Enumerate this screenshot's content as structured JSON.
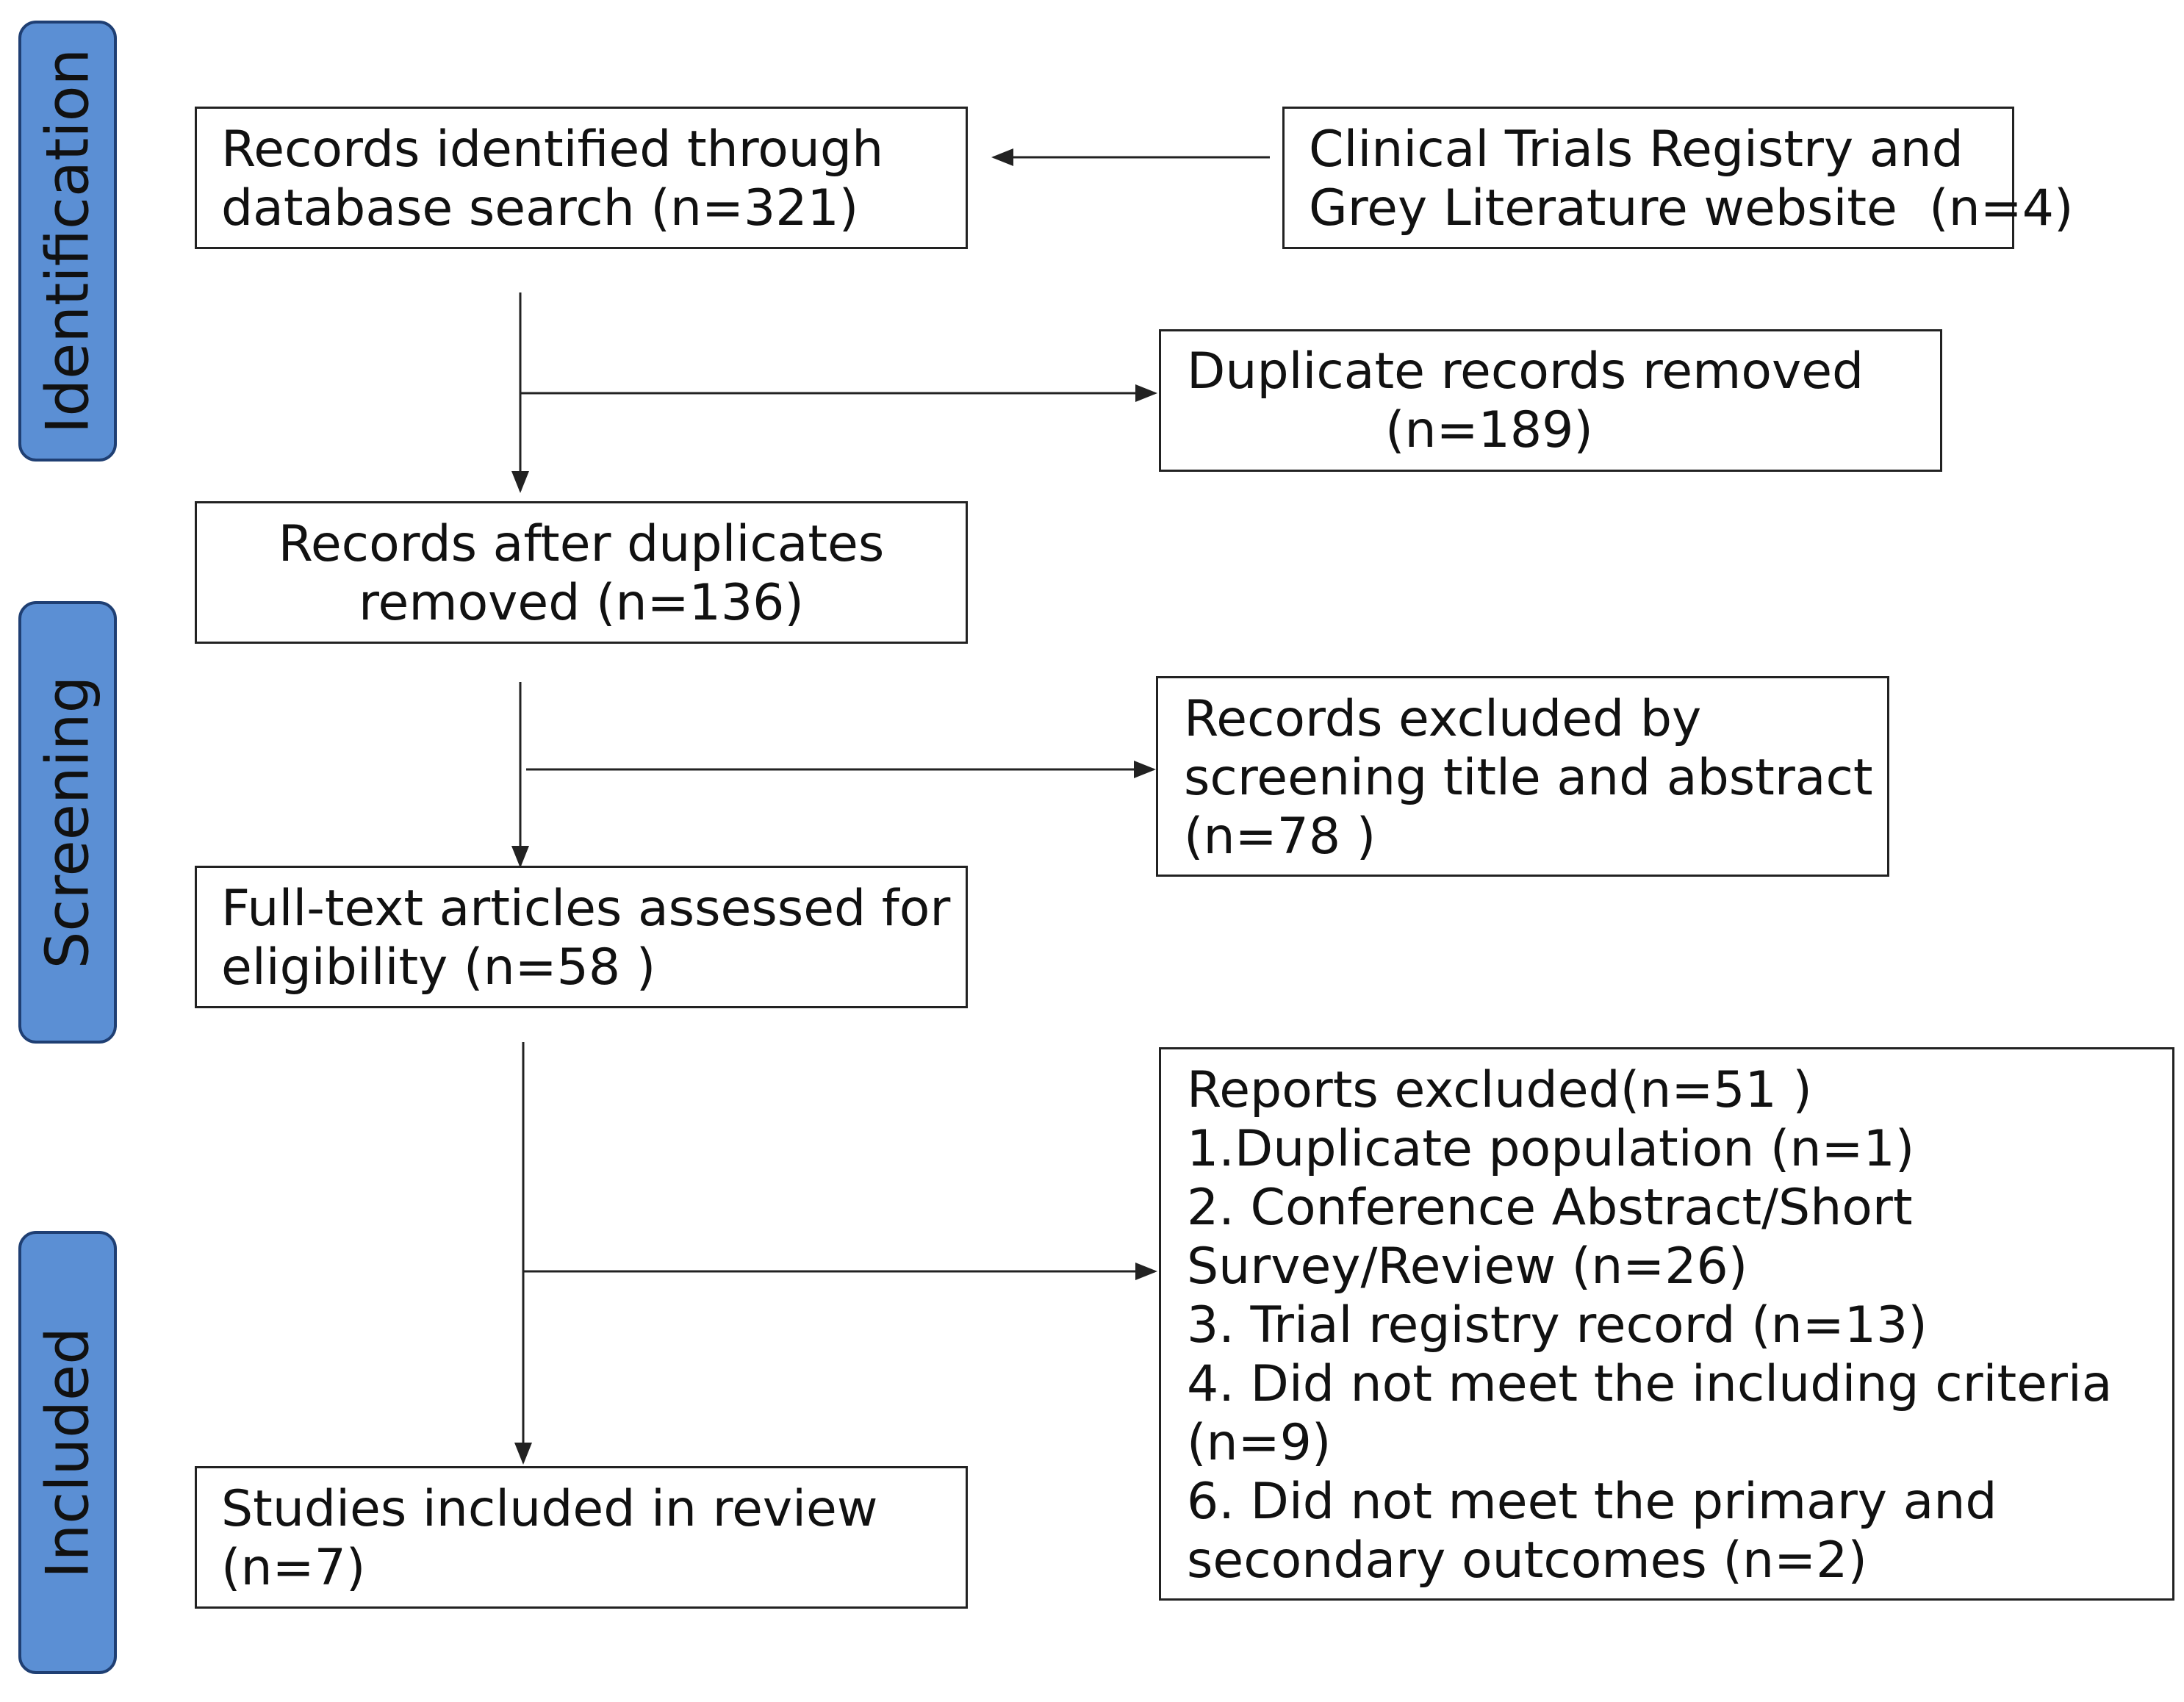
{
  "stages": {
    "identification": "Identification",
    "screening": "Screening",
    "included": "Included"
  },
  "boxes": {
    "records_identified": [
      "Records identified through",
      "database search (n=321)"
    ],
    "clinical_trials": [
      "Clinical Trials Registry and",
      "Grey Literature website  (n=4)"
    ],
    "duplicates_removed": [
      "Duplicate records removed",
      "(n=189)"
    ],
    "after_duplicates": [
      "Records after duplicates",
      "removed (n=136)"
    ],
    "excluded_screening": [
      "Records excluded by",
      "screening title and abstract",
      "(n=78 )"
    ],
    "full_text": [
      "Full-text articles assessed for",
      "eligibility (n=58 )"
    ],
    "reports_excluded": [
      "Reports excluded(n=51 )",
      "1.Duplicate population (n=1)",
      "2. Conference Abstract/Short",
      "Survey/Review (n=26)",
      "3. Trial registry record (n=13)",
      "4. Did not meet the including criteria",
      "(n=9)",
      "6. Did not meet the primary and",
      "secondary outcomes (n=2)"
    ],
    "studies_included": [
      "Studies included in review",
      "(n=7)"
    ]
  },
  "colors": {
    "stage_fill": "#5b8fd4",
    "stage_border": "#1f3f73",
    "line": "#222222"
  }
}
